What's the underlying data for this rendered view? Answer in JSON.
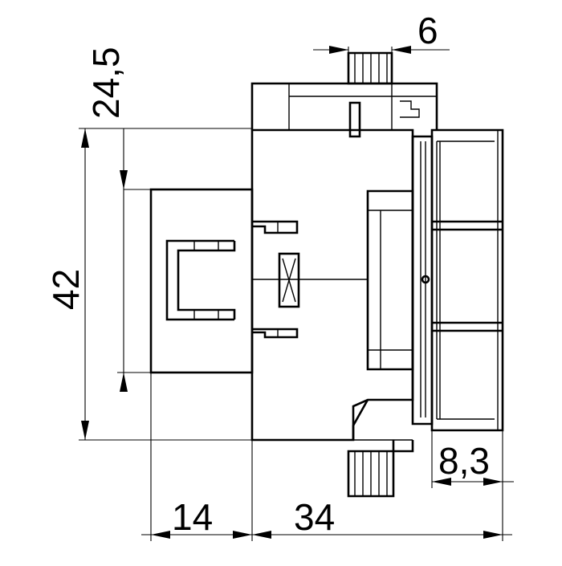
{
  "dimensions": {
    "top_width": "6",
    "top_height": "24,5",
    "overall_height": "42",
    "bottom_left": "14",
    "bottom_right": "34",
    "right_depth": "8,3"
  },
  "colors": {
    "line": "#000000",
    "background": "#ffffff"
  }
}
